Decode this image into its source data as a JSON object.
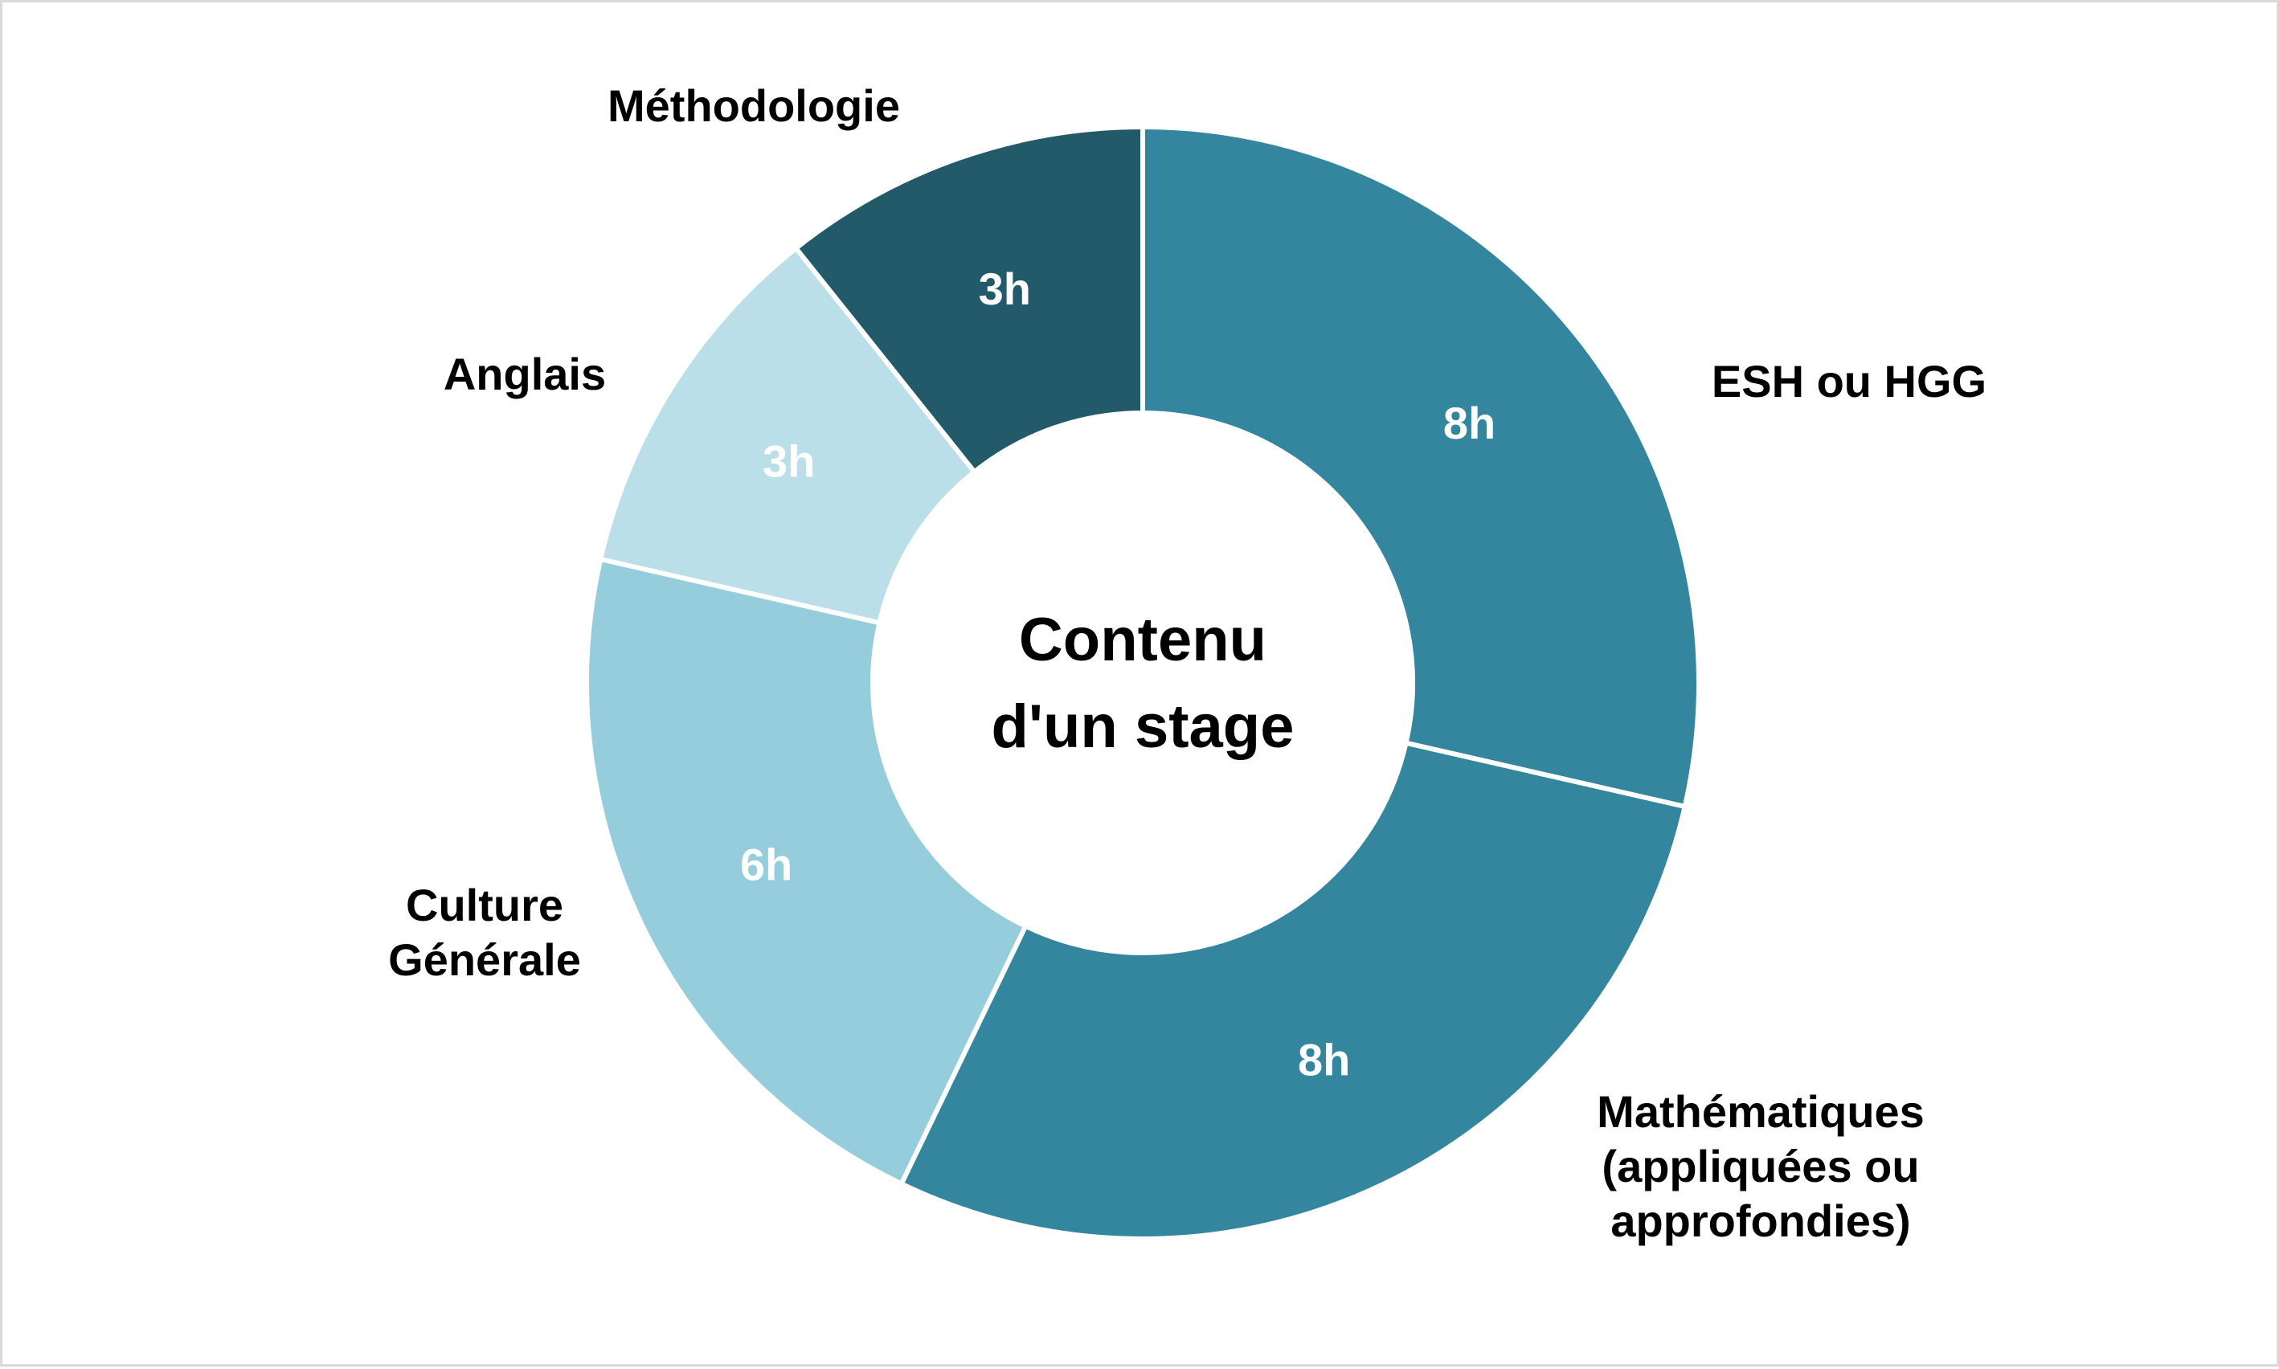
{
  "chart_data": {
    "type": "pie",
    "donut": true,
    "center_label": [
      "Contenu",
      "d'un stage"
    ],
    "slices": [
      {
        "label": [
          "ESH ou HGG"
        ],
        "value": 8,
        "value_label": "8h",
        "color": "#33869e",
        "text_color": "#ffffff"
      },
      {
        "label": [
          "Mathématiques",
          "(appliquées ou",
          "approfondies)"
        ],
        "value": 8,
        "value_label": "8h",
        "color": "#33869e",
        "text_color": "#ffffff"
      },
      {
        "label": [
          "Culture",
          "Générale"
        ],
        "value": 6,
        "value_label": "6h",
        "color": "#96cddd",
        "text_color": "#ffffff"
      },
      {
        "label": [
          "Anglais"
        ],
        "value": 3,
        "value_label": "3h",
        "color": "#badfe9",
        "text_color": "#ffffff"
      },
      {
        "label": [
          "Méthodologie"
        ],
        "value": 3,
        "value_label": "3h",
        "color": "#235a6a",
        "text_color": "#ffffff"
      }
    ],
    "start": "12 o'clock",
    "direction": "clockwise",
    "legend": "none"
  }
}
